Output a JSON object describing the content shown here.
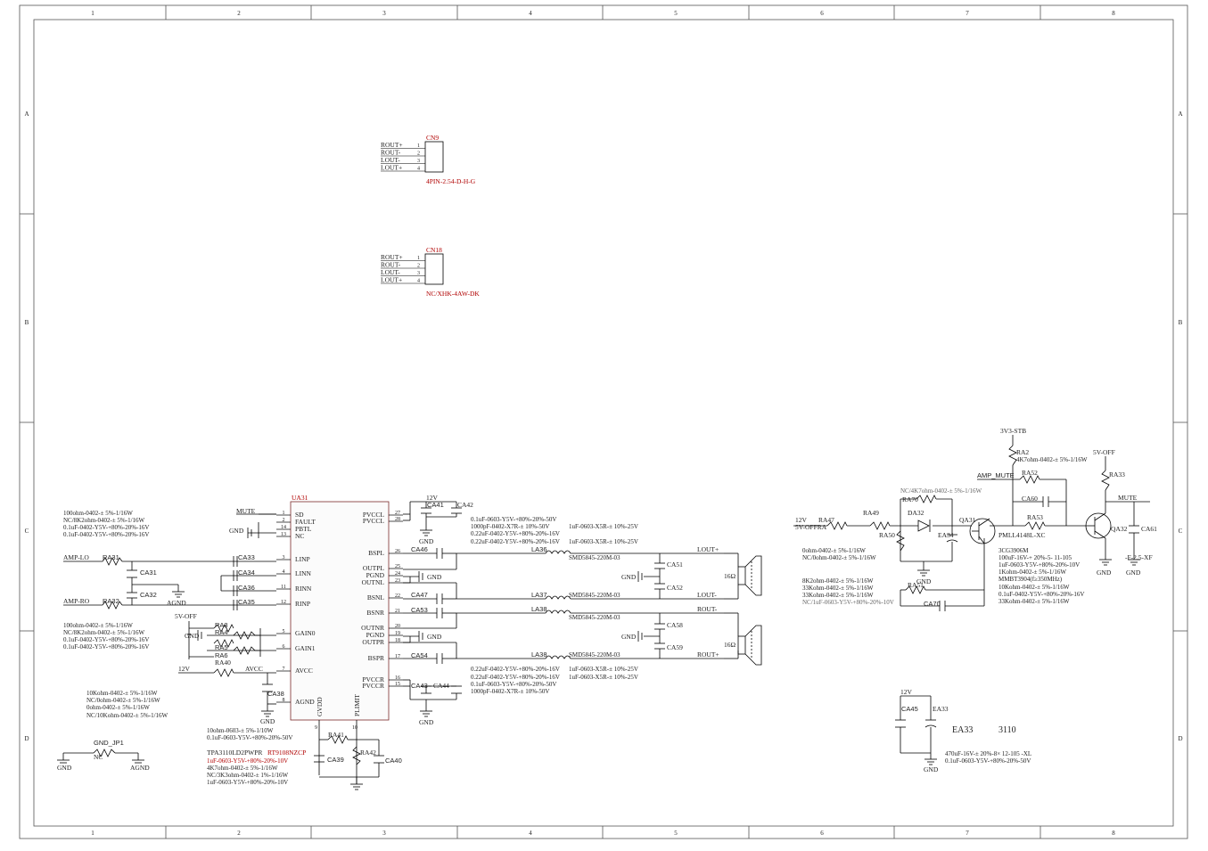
{
  "frame": {
    "columns": [
      "1",
      "2",
      "3",
      "4",
      "5",
      "6",
      "7",
      "8"
    ],
    "rows": [
      "A",
      "B",
      "C",
      "D"
    ]
  },
  "cn9": {
    "ref": "CN9",
    "pins": [
      {
        "name": "ROUT+",
        "num": "1"
      },
      {
        "name": "ROUT-",
        "num": "2"
      },
      {
        "name": "LOUT-",
        "num": "3"
      },
      {
        "name": "LOUT+",
        "num": "4"
      }
    ],
    "part": "4PIN-2.54-D-H-G"
  },
  "cn18": {
    "ref": "CN18",
    "pins": [
      {
        "name": "ROUT+",
        "num": "1"
      },
      {
        "name": "ROUT-",
        "num": "2"
      },
      {
        "name": "LOUT-",
        "num": "3"
      },
      {
        "name": "LOUT+",
        "num": "4"
      }
    ],
    "part": "NC/XHK-4AW-DK"
  },
  "ua31": {
    "ref": "UA31",
    "left_pins": [
      {
        "name": "SD",
        "num": "1"
      },
      {
        "name": "FAULT",
        "num": "2"
      },
      {
        "name": "PBTL",
        "num": "14"
      },
      {
        "name": "NC",
        "num": "13"
      },
      {
        "name": "LINP",
        "num": "3"
      },
      {
        "name": "LINN",
        "num": "4"
      },
      {
        "name": "RINN",
        "num": "11"
      },
      {
        "name": "RINP",
        "num": "12"
      },
      {
        "name": "GAIN0",
        "num": "5"
      },
      {
        "name": "GAIN1",
        "num": "6"
      },
      {
        "name": "AVCC",
        "num": "7"
      },
      {
        "name": "AGND",
        "num": "8"
      }
    ],
    "right_pins": [
      {
        "name": "PVCCL",
        "num": "27"
      },
      {
        "name": "PVCCL",
        "num": "28"
      },
      {
        "name": "BSPL",
        "num": "26"
      },
      {
        "name": "OUTPL",
        "num": "25"
      },
      {
        "name": "PGND",
        "num": "24"
      },
      {
        "name": "OUTNL",
        "num": "23"
      },
      {
        "name": "BSNL",
        "num": "22"
      },
      {
        "name": "BSNR",
        "num": "21"
      },
      {
        "name": "OUTNR",
        "num": "20"
      },
      {
        "name": "PGND",
        "num": "19"
      },
      {
        "name": "OUTPR",
        "num": "18"
      },
      {
        "name": "BSPR",
        "num": "17"
      },
      {
        "name": "PVCCR",
        "num": "16"
      },
      {
        "name": "PVCCR",
        "num": "15"
      }
    ],
    "bottom_pins": [
      {
        "name": "GVDD",
        "num": "9"
      },
      {
        "name": "PLIMIT",
        "num": "10"
      }
    ],
    "part_lines": [
      "TPA3110LD2PWPR",
      "RT9108NZCP"
    ]
  },
  "nets": {
    "mute": "MUTE",
    "gnd": "GND",
    "agnd": "AGND",
    "v12": "12V",
    "v5off": "5V-OFF",
    "amp_lo": "AMP-LO",
    "amp_ro": "AMP-RO",
    "avcc": "AVCC",
    "lout_p": "LOUT+",
    "lout_n": "LOUT-",
    "rout_n": "ROUT-",
    "rout_p": "ROUT+",
    "v3v3stb": "3V3-STB",
    "amp_mute": "AMP_MUTE",
    "v5offra": "5V-OFFRA",
    "gnd_jp1": "GND_JP1",
    "nc": "NC",
    "f25xf": "-F-2.5-XF",
    "sixteen_ohm": "16Ω"
  },
  "refs": {
    "ca31": "CA31",
    "ca32": "CA32",
    "ca33": "CA33",
    "ca34": "CA34",
    "ca35": "CA35",
    "ca36": "CA36",
    "ra31": "RA31",
    "ra32": "RA32",
    "ra3": "RA3",
    "ra4": "RA4",
    "ra5": "RA5",
    "ra6": "RA6",
    "ra40": "RA40",
    "ca38": "CA38",
    "ra41": "RA41",
    "ra42": "RA42",
    "ca39": "CA39",
    "ca40": "CA40",
    "ca41": "CA41",
    "ca42": "CA42",
    "ca43": "CA43",
    "ca44": "CA44",
    "ca46": "CA46",
    "ca47": "CA47",
    "ca53": "CA53",
    "ca54": "CA54",
    "la36": "LA36",
    "la37": "LA37",
    "la38a": "LA38",
    "la38b": "LA38",
    "ca51": "CA51",
    "ca52": "CA52",
    "ca58": "CA58",
    "ca59": "CA59",
    "ra2": "RA2",
    "ra52": "RA52",
    "ra33": "RA33",
    "ra47": "RA47",
    "ra49": "RA49",
    "ra50": "RA50",
    "ra70": "RA70",
    "da32": "DA32",
    "ea34": "EA34",
    "qa31": "QA31",
    "ca60": "CA60",
    "ra53": "RA53",
    "qa32": "QA32",
    "ca61": "CA61",
    "ra51": "RA51",
    "ca70": "CA70",
    "ca45": "CA45",
    "ea33": "EA33"
  },
  "values": {
    "ra2": "4K7ohm-0402-± 5%-1/16W",
    "nc_ra70": "NC/4K7ohm-0402-± 5%-1/16W",
    "pmll": "PMLL4148L-XC",
    "left_block": [
      "100ohm-0402-± 5%-1/16W",
      "NC/8K2ohm-0402-± 5%-1/16W",
      "0.1uF-0402-Y5V-+80%-20%-16V",
      "0.1uF-0402-Y5V-+80%-20%-16V"
    ],
    "left_block2": [
      "100ohm-0402-± 5%-1/16W",
      "NC/8K2ohm-0402-± 5%-1/16W",
      "0.1uF-0402-Y5V-+80%-20%-16V",
      "0.1uF-0402-Y5V-+80%-20%-16V"
    ],
    "gain_block": [
      "10Kohm-0402-± 5%-1/16W",
      "NC/0ohm-0402-± 5%-1/16W",
      "0ohm-0402-± 5%-1/16W",
      "NC/10Kohm-0402-± 5%-1/16W"
    ],
    "gvdd_block": [
      "10ohm-0603-± 5%-1/10W",
      "0.1uF-0603-Y5V-+80%-20%-50V"
    ],
    "plimit_block": [
      "1uF-0603-Y5V-+80%-20%-10V",
      "4K7ohm-0402-± 5%-1/16W",
      "NC/3K3ohm-0402-± 1%-1/16W",
      "1uF-0603-Y5V-+80%-20%-10V"
    ],
    "pvcc_top": [
      "0.1uF-0603-Y5V-+80%-20%-50V",
      "1000pF-0402-X7R-± 10%-50V",
      "0.22uF-0402-Y5V-+80%-20%-16V",
      "0.22uF-0402-Y5V-+80%-20%-16V"
    ],
    "pvcc_top_r": [
      "1uF-0603-X5R-± 10%-25V",
      "1uF-0603-X5R-± 10%-25V"
    ],
    "pvcc_bot": [
      "0.22uF-0402-Y5V-+80%-20%-16V",
      "0.22uF-0402-Y5V-+80%-20%-16V",
      "0.1uF-0603-Y5V-+80%-20%-50V",
      "1000pF-0402-X7R-± 10%-50V"
    ],
    "pvcc_bot_r": [
      "1uF-0603-X5R-± 10%-25V",
      "1uF-0603-X5R-± 10%-25V"
    ],
    "inductor": "SMD5845-220M-03",
    "mute_mid": [
      "0ohm-0402-± 5%-1/16W",
      "NC/0ohm-0402-± 5%-1/16W"
    ],
    "mute_low": [
      "8K2ohm-0402-± 5%-1/16W",
      "33Kohm-0402-± 5%-1/16W",
      "33Kohm-0402-± 5%-1/16W",
      "NC/1uF-0603-Y5V-+80%-20%-10V"
    ],
    "mute_right": [
      "3CG3906M",
      "100uF-16V-+ 20%-5- 11-105",
      "1uF-0603-Y5V-+80%-20%-10V",
      "1Kohm-0402-± 5%-1/16W",
      "MMBT3904(f≥350MHz)",
      "10Kohm-0402-± 5%-1/16W",
      "0.1uF-0402-Y5V-+80%-20%-16V",
      "33Kohm-0402-± 5%-1/16W"
    ],
    "ea33_big": "EA33",
    "ea33_code": "3110",
    "ea33_vals": [
      "470uF-16V-± 20%-8× 12-105   -XL",
      "0.1uF-0603-Y5V-+80%-20%-50V"
    ]
  }
}
